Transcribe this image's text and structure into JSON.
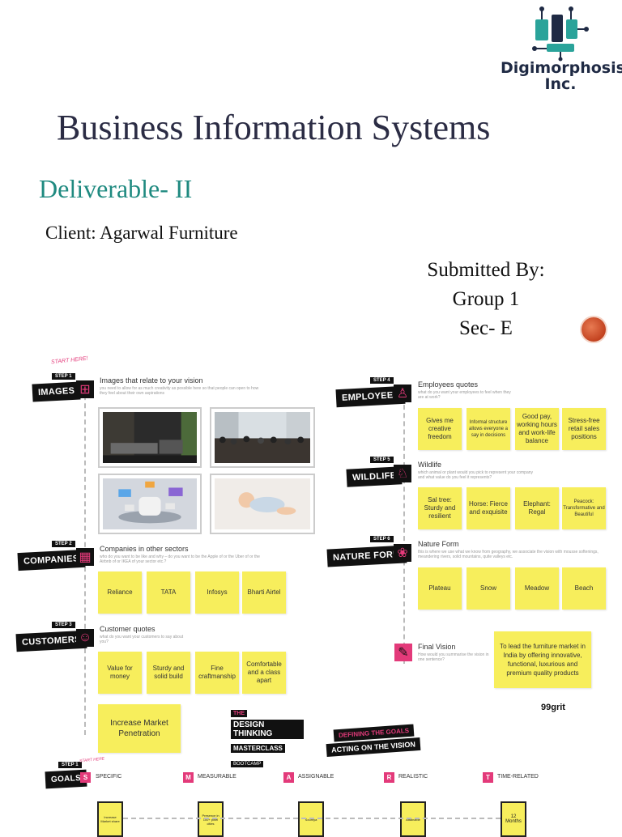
{
  "logo": {
    "icon": "circuit-logo-icon",
    "name_line1": "Digimorphosis",
    "name_line2": "Inc."
  },
  "title": "Business Information Systems",
  "subtitle": "Deliverable- II",
  "client": "Client: Agarwal Furniture",
  "submitted": {
    "line1": "Submitted By:",
    "line2": "Group 1",
    "line3": "Sec- E"
  },
  "colors": {
    "title": "#2b2c44",
    "subtitle": "#1f8a80",
    "sticky": "#f7ee5c",
    "accent_pink": "#e33a7a",
    "orb": "#c2421f"
  },
  "canvas": {
    "start_here": "START HERE!",
    "images": {
      "step": "STEP 1",
      "tag": "IMAGES",
      "title": "Images that relate to your vision",
      "desc": "you need to allow for as much creativity as possible here so that people can open to how they feel about their own aspirations"
    },
    "companies": {
      "step": "STEP 2",
      "tag": "COMPANIES",
      "title": "Companies in other sectors",
      "desc": "who do you want to be like and why – do you want to be the Apple of or the Uber of or the Airbnb of or IKEA of your sector etc.?",
      "notes": [
        "Reliance",
        "TATA",
        "Infosys",
        "Bharti Airtel"
      ]
    },
    "customers": {
      "step": "STEP 3",
      "tag": "CUSTOMERS",
      "title": "Customer quotes",
      "desc": "what do you want your customers to say about you?",
      "notes": [
        "Value for money",
        "Sturdy and solid build",
        "Fine craftmanship",
        "Comfortable and a class apart"
      ]
    },
    "employees": {
      "step": "STEP 4",
      "tag": "EMPLOYEES",
      "title": "Employees quotes",
      "desc": "what do you want your employees to feel when they are at work?",
      "notes": [
        "Gives me creative freedom",
        "Informal structure allows everyone a say in decisions",
        "Good pay, working hours and work-life balance",
        "Stress-free retail sales positions"
      ]
    },
    "wildlife": {
      "step": "STEP 5",
      "tag": "WILDLIFE",
      "title": "Wildlife",
      "desc": "which animal or plant would you pick to represent your company and what value do you feel it represents?",
      "notes": [
        "Sal tree: Sturdy and resilient",
        "Horse: Fierce and exquisite",
        "Elephant: Regal",
        "Peacock: Transformative and Beautiful"
      ]
    },
    "nature": {
      "step": "STEP 6",
      "tag": "NATURE FORM",
      "title": "Nature Form",
      "desc": "this is where we use what we know from geography, we associate the vision with mousse softenings, meandering rivers, solid mountains, quite valleys etc.",
      "notes": [
        "Plateau",
        "Snow",
        "Meadow",
        "Beach"
      ]
    },
    "final": {
      "title": "Final Vision",
      "desc": "How would you summarise the vision in one sentence?",
      "note": "To lead the furniture market in India by offering innovative, functional, luxurious and premium quality products"
    },
    "goal_note": "Increase Market Penetration",
    "badge_line1": "THE",
    "badge_line2": "DESIGN THINKING",
    "badge_line3": "MASTERCLASS",
    "badge_line4": "BOOTCAMP",
    "brand": "99grit",
    "banner1": "DEFINING THE GOALS",
    "banner2": "ACTING ON THE VISION",
    "goals": {
      "step": "STEP 1",
      "tag": "GOALS",
      "start": "START HERE",
      "items": [
        {
          "letter": "S",
          "label": "SPECIFIC",
          "box": "Increase Market share"
        },
        {
          "letter": "M",
          "label": "MEASURABLE",
          "box": "Presence in 100+ pinel cities"
        },
        {
          "letter": "A",
          "label": "ASSIGNABLE",
          "box": "Soumya"
        },
        {
          "letter": "R",
          "label": "REALISTIC",
          "box": "Attainable"
        },
        {
          "letter": "T",
          "label": "TIME-RELATED",
          "box": "12 Months"
        }
      ]
    }
  }
}
